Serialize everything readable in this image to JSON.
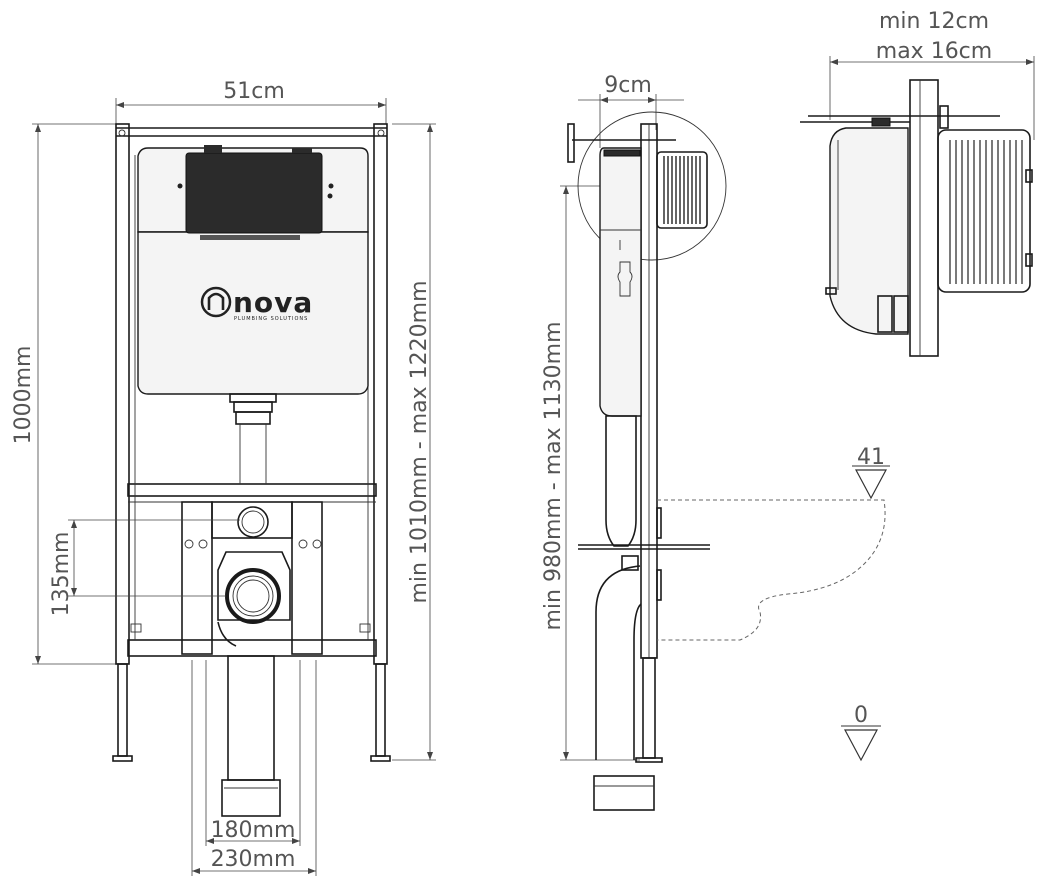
{
  "front_view": {
    "width_label": "51cm",
    "height_label": "1000mm",
    "adjust_label": "min 1010mm - max 1220mm",
    "drain_offset_label": "135mm",
    "inner_width_label": "180mm",
    "outer_width_label": "230mm",
    "brand": {
      "name": "nova",
      "tagline": "PLUMBING SOLUTIONS"
    }
  },
  "side_view": {
    "depth_label": "9cm",
    "height_label": "min 980mm - max 1130mm",
    "level_top": "41",
    "level_bottom": "0"
  },
  "detail_view": {
    "min_label": "min 12cm",
    "max_label": "max 16cm"
  }
}
